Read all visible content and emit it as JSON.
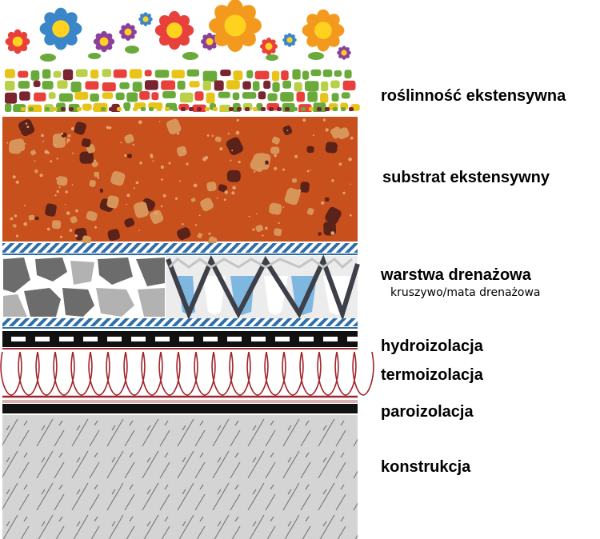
{
  "layers": [
    {
      "id": "vegetation",
      "label": "roślinność ekstensywna"
    },
    {
      "id": "substrate",
      "label": "substrat ekstensywny"
    },
    {
      "id": "drainage",
      "label": "warstwa drenażowa",
      "sublabel": "kruszywo/mata drenażowa"
    },
    {
      "id": "waterproofing",
      "label": "hydroizolacja"
    },
    {
      "id": "insulation",
      "label": "termoizolacja"
    },
    {
      "id": "vapour-barrier",
      "label": "paroizolacja"
    },
    {
      "id": "structure",
      "label": "konstrukcja"
    }
  ],
  "colors": {
    "flower_red": "#e8413c",
    "flower_blue": "#3a86c8",
    "flower_orange": "#f39a1e",
    "flower_purple": "#8c3f9b",
    "flower_center": "#ffd21f",
    "gravel_green": "#6aaa3a",
    "gravel_yellow": "#e8c31a",
    "gravel_maroon": "#7a2430",
    "substrate": "#c8501c",
    "substrate_stone_light": "#d8955a",
    "substrate_stone_dark": "#5a2218",
    "stripe_blue": "#2f6ea8",
    "stone_dark": "#6c6c6c",
    "stone_light": "#b2b2b2",
    "drain_water": "#7eb7e0",
    "drain_dark": "#3d4048",
    "membrane_black": "#111111",
    "insulation_red": "#a2242b",
    "concrete": "#d4d4d4"
  }
}
